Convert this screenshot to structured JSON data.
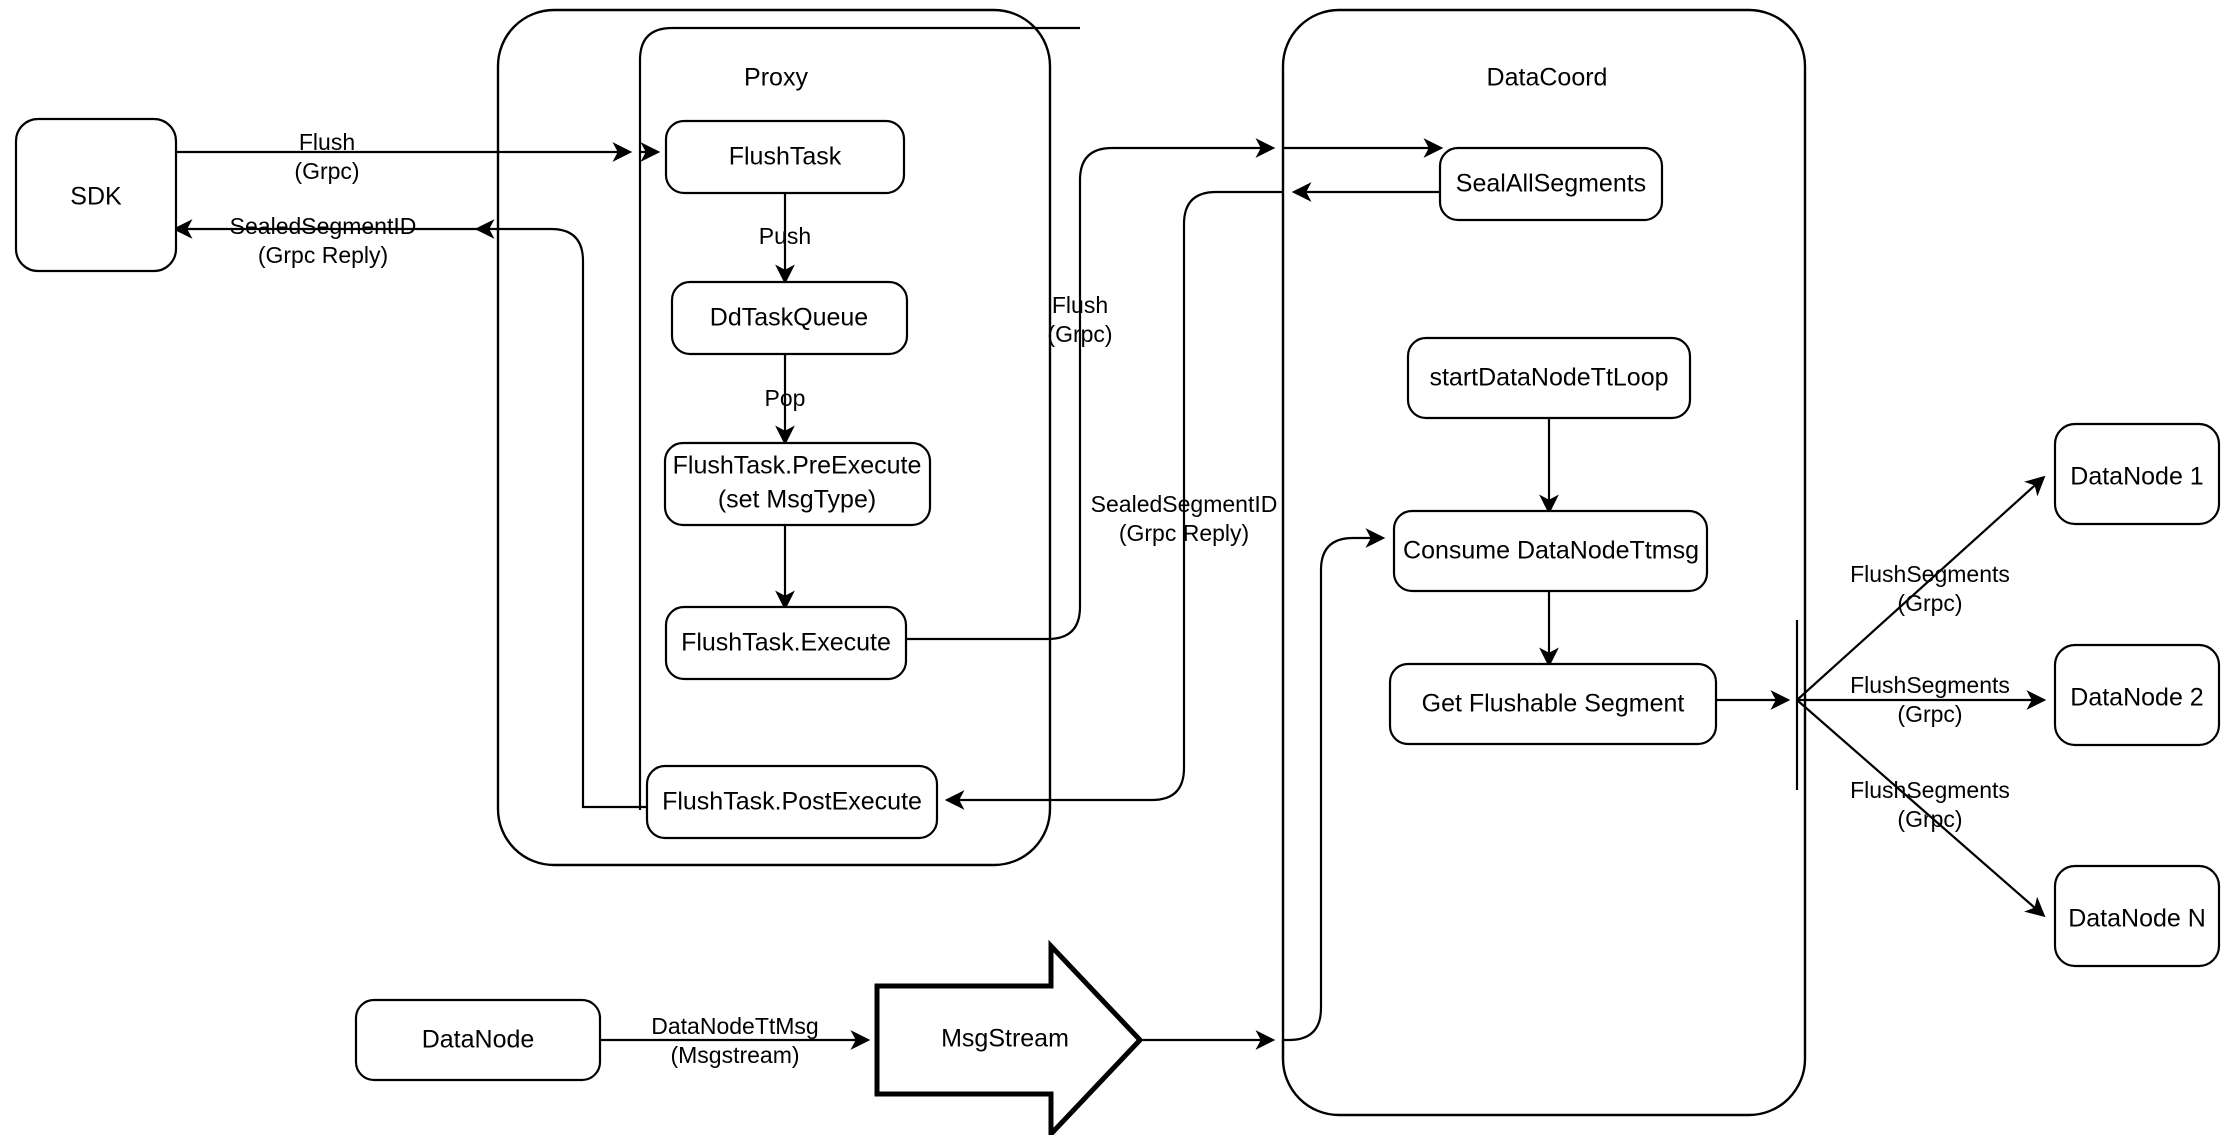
{
  "diagram": {
    "title": "Milvus Flush Data Flow",
    "background_color": "#ffffff",
    "stroke_color": "#000000"
  },
  "groups": {
    "proxy": {
      "label": "Proxy"
    },
    "datacoord": {
      "label": "DataCoord"
    }
  },
  "nodes": {
    "sdk": {
      "label": "SDK"
    },
    "flush_task": {
      "label": "FlushTask"
    },
    "dd_task_queue": {
      "label": "DdTaskQueue"
    },
    "pre_execute_line1": {
      "label": "FlushTask.PreExecute"
    },
    "pre_execute_line2": {
      "label": "(set MsgType)"
    },
    "execute": {
      "label": "FlushTask.Execute"
    },
    "post_execute": {
      "label": "FlushTask.PostExecute"
    },
    "seal_all_segments": {
      "label": "SealAllSegments"
    },
    "start_tt_loop": {
      "label": "startDataNodeTtLoop"
    },
    "consume_ttmsg": {
      "label": "Consume DataNodeTtmsg"
    },
    "get_flushable": {
      "label": "Get Flushable Segment"
    },
    "datanode_1": {
      "label": "DataNode 1"
    },
    "datanode_2": {
      "label": "DataNode 2"
    },
    "datanode_n": {
      "label": "DataNode N"
    },
    "datanode_src": {
      "label": "DataNode"
    },
    "msgstream": {
      "label": "MsgStream"
    }
  },
  "edges": {
    "sdk_to_proxy": {
      "line1": "Flush",
      "line2": "(Grpc)"
    },
    "proxy_to_sdk": {
      "line1": "SealedSegmentID",
      "line2": "(Grpc Reply)"
    },
    "flush_push": {
      "line1": "Push"
    },
    "queue_pop": {
      "line1": "Pop"
    },
    "proxy_to_datacoord": {
      "line1": "Flush",
      "line2": "(Grpc)"
    },
    "datacoord_to_proxy": {
      "line1": "SealedSegmentID",
      "line2": "(Grpc Reply)"
    },
    "datanode_to_msgstream": {
      "line1": "DataNodeTtMsg",
      "line2": "(Msgstream)"
    },
    "flush_segments_1": {
      "line1": "FlushSegments",
      "line2": "(Grpc)"
    },
    "flush_segments_2": {
      "line1": "FlushSegments",
      "line2": "(Grpc)"
    },
    "flush_segments_n": {
      "line1": "FlushSegments",
      "line2": "(Grpc)"
    }
  }
}
